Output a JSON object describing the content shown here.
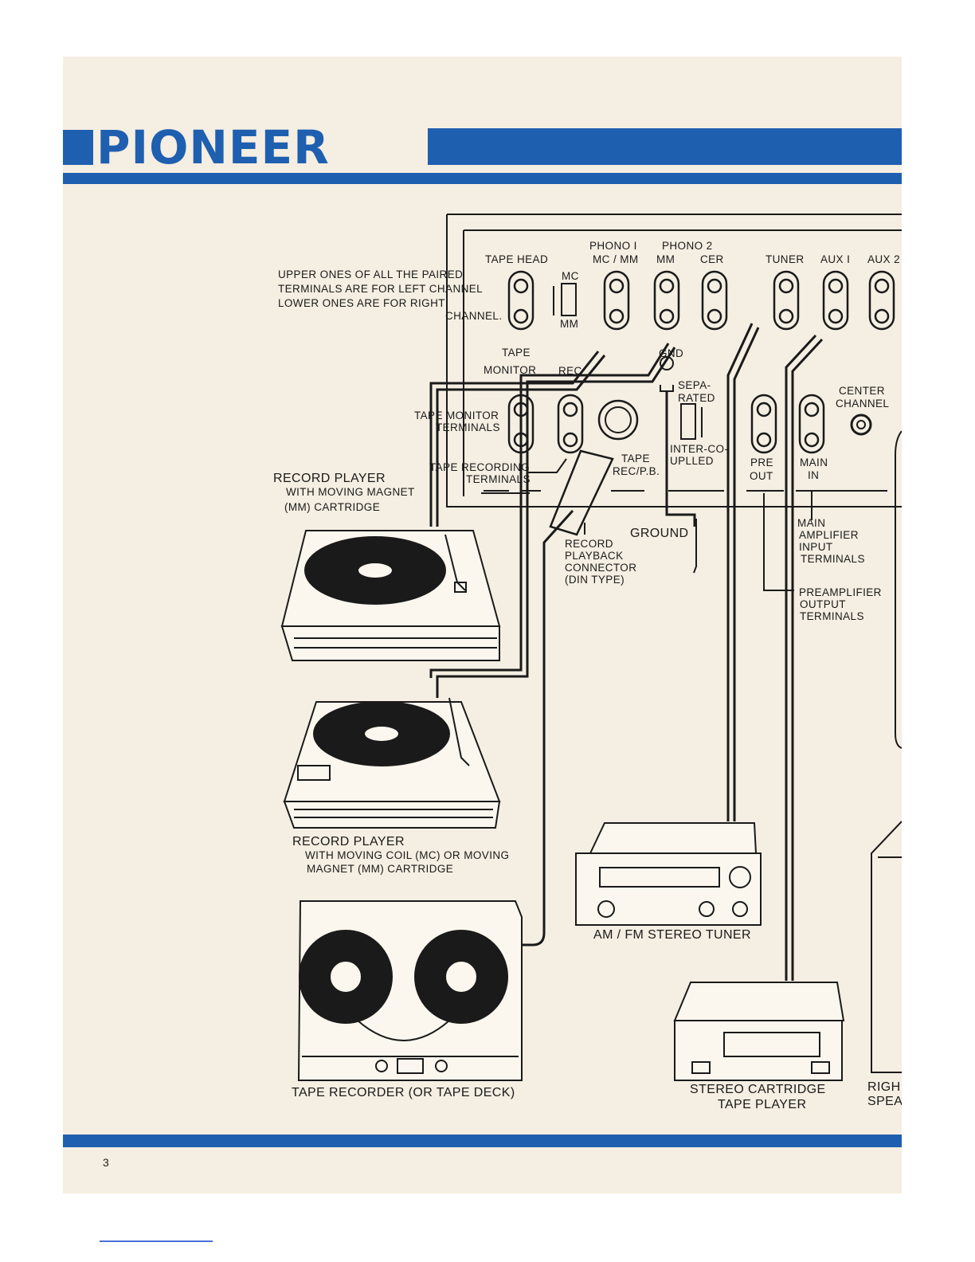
{
  "brand": {
    "logo": "PIONEER",
    "color": "#1f5fb0"
  },
  "page_number": "3",
  "labels": {
    "phono1": "PHONO I",
    "phono2": "PHONO 2",
    "tape_head": "TAPE HEAD",
    "mc_mm": "MC / MM",
    "mm": "MM",
    "cer": "CER",
    "tuner": "TUNER",
    "aux1": "AUX I",
    "aux2": "AUX 2",
    "mc": "MC",
    "switch_mm": "MM",
    "note": [
      "UPPER ONES OF ALL THE PAIRED",
      "TERMINALS ARE FOR LEFT CHANNEL",
      "LOWER ONES ARE FOR RIGHT",
      "CHANNEL."
    ],
    "tape": "TAPE",
    "monitor": "MONITOR",
    "rec": "REC",
    "gnd": "GND",
    "separated": [
      "SEPA-",
      "RATED"
    ],
    "intercoupled": [
      "INTER-CO-",
      "UPLLED"
    ],
    "tape_monitor_terminals": [
      "TAPE MONITOR",
      "TERMINALS"
    ],
    "tape_recording_terminals": [
      "TAPE RECORDING",
      "TERMINALS"
    ],
    "tape_rec_pb": [
      "TAPE",
      "REC/P.B."
    ],
    "pre_out": [
      "PRE",
      "OUT"
    ],
    "main_in": [
      "MAIN",
      "IN"
    ],
    "center_channel": [
      "CENTER",
      "CHANNEL"
    ],
    "record_player_mm": "RECORD PLAYER",
    "record_player_mm_sub": [
      "WITH MOVING MAGNET",
      "(MM) CARTRIDGE"
    ],
    "ground": "GROUND",
    "record_playback_connector": [
      "RECORD",
      "PLAYBACK",
      "CONNECTOR",
      "(DIN TYPE)"
    ],
    "main_amp_input": [
      "MAIN",
      "AMPLIFIER",
      "INPUT",
      "TERMINALS"
    ],
    "preamp_output": [
      "PREAMPLIFIER",
      "OUTPUT",
      "TERMINALS"
    ],
    "record_player_mc": "RECORD PLAYER",
    "record_player_mc_sub": [
      "WITH MOVING COIL (MC) OR MOVING",
      "MAGNET (MM) CARTRIDGE"
    ],
    "am_fm_tuner": "AM / FM STEREO TUNER",
    "tape_recorder": "TAPE RECORDER (OR TAPE DECK)",
    "stereo_cartridge": [
      "STEREO CARTRIDGE",
      "TAPE PLAYER"
    ],
    "right_speaker": [
      "RIGH",
      "SPEA"
    ]
  }
}
